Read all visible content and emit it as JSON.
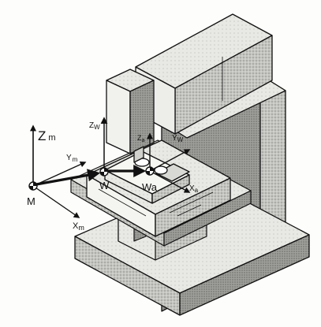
{
  "labels": {
    "zm_axis": "Z",
    "zm_sub": "m",
    "ym_axis": "Y",
    "ym_sub": "m",
    "xm_axis": "X",
    "xm_sub": "m",
    "origin_m": "M",
    "zw_axis": "Z",
    "zw_sub": "W",
    "yw_axis": "Y",
    "yw_sub": "W",
    "origin_w": "W",
    "origin_wa": "Wa",
    "za_axis": "Z",
    "za_sub": "a",
    "xa_axis": "X",
    "xa_sub": "a"
  },
  "colors": {
    "line": "#111111",
    "shade": "#b9b9b5",
    "light": "#ecece8",
    "paper": "#fdfdfb"
  }
}
